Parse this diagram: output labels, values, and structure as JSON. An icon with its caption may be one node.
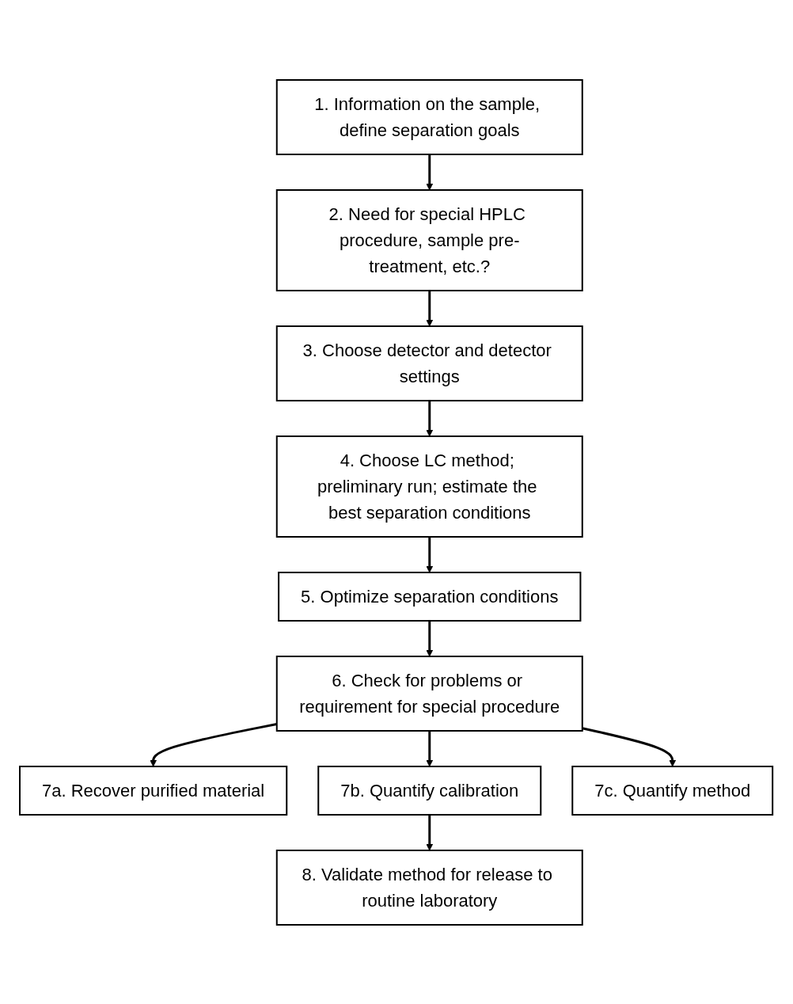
{
  "diagram": {
    "nodes": [
      {
        "text": [
          "1. Information on the sample, define separation goals"
        ]
      },
      {
        "text": [
          "2. Need for special HPLC procedure, sample pre-treatment, etc.?"
        ]
      },
      {
        "text": [
          "3. Choose detector and detector settings"
        ]
      },
      {
        "text": [
          "4. Choose LC method; preliminary run; estimate the best separation conditions"
        ]
      },
      {
        "text": [
          "5. Optimize separation conditions"
        ]
      },
      {
        "text": [
          "6. Check for problems or requirement for special procedure"
        ]
      },
      {
        "text": [
          "7a. Recover purified material"
        ]
      },
      {
        "text": [
          "7b. Quantify calibration"
        ]
      },
      {
        "text": [
          "7c. Quantify method"
        ]
      },
      {
        "text": [
          "8. Validate method for release to routine laboratory"
        ]
      }
    ],
    "edges": [
      {
        "from": 0,
        "to": 1,
        "arrow": "to"
      },
      {
        "from": 1,
        "to": 2,
        "arrow": "to"
      },
      {
        "from": 2,
        "to": 3,
        "arrow": "to"
      },
      {
        "from": 3,
        "to": 4,
        "arrow": "to"
      },
      {
        "from": 4,
        "to": 5,
        "arrow": "to"
      },
      {
        "from": 5,
        "to": 6,
        "arrow": "to"
      },
      {
        "from": 5,
        "to": 7,
        "arrow": "to"
      },
      {
        "from": 5,
        "to": 8,
        "arrow": "to"
      },
      {
        "from": 7,
        "to": 9,
        "arrow": "to"
      }
    ]
  }
}
